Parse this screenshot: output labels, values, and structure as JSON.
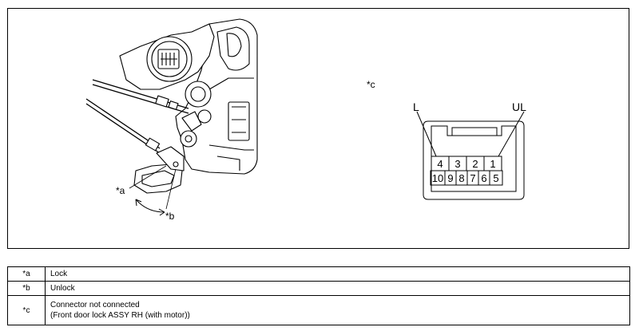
{
  "callouts": {
    "a": "*a",
    "b": "*b",
    "c": "*c"
  },
  "connector": {
    "left_terminal_label": "L",
    "right_terminal_label": "UL",
    "top_row_pins": [
      "4",
      "3",
      "2",
      "1"
    ],
    "bottom_row_pins": [
      "10",
      "9",
      "8",
      "7",
      "6",
      "5"
    ]
  },
  "legend": {
    "rows": [
      {
        "key": "*a",
        "text": "Lock"
      },
      {
        "key": "*b",
        "text": "Unlock"
      },
      {
        "key": "*c",
        "text": "Connector not connected",
        "text2": "(Front door lock ASSY RH (with motor))"
      }
    ]
  }
}
